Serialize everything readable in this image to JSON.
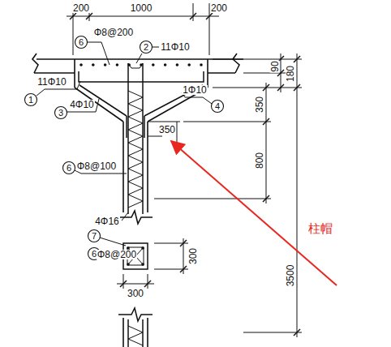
{
  "diagram": {
    "labels": [
      "200",
      "1000",
      "200",
      "6",
      "Φ8@200",
      "2",
      "11Φ10",
      "11Φ10",
      "1",
      "3",
      "4Φ10",
      "1Φ10",
      "4",
      "350",
      "6",
      "Φ8@100",
      "4Φ16",
      "7",
      "6",
      "Φ8@200",
      "300",
      "300",
      "90",
      "180",
      "350",
      "800",
      "3500",
      "柱帽"
    ]
  }
}
